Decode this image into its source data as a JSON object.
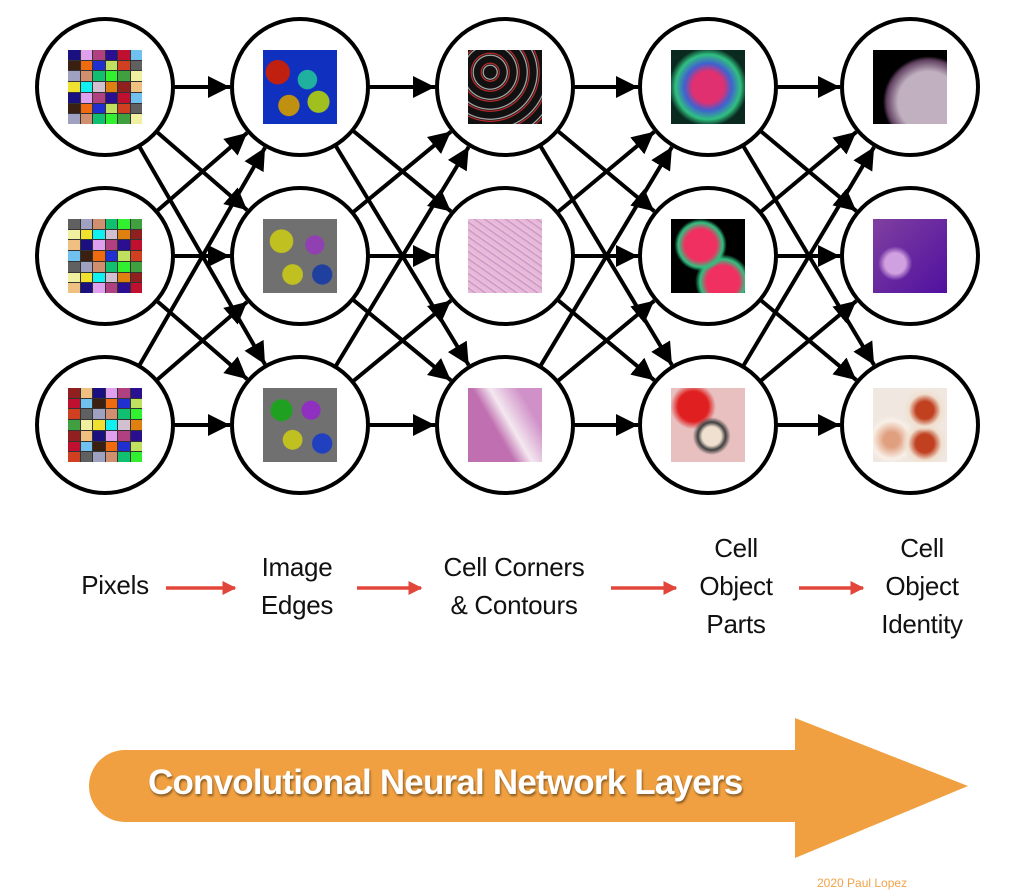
{
  "layers": [
    {
      "label_lines": [
        "Pixels"
      ],
      "thumbs": [
        "pixel-grid",
        "pixel-grid",
        "pixel-grid"
      ]
    },
    {
      "label_lines": [
        "Image",
        "Edges"
      ],
      "thumbs": [
        "voronoi-colored",
        "voronoi-yellow-gray",
        "voronoi-gray-green"
      ]
    },
    {
      "label_lines": [
        "Cell Corners",
        "& Contours"
      ],
      "thumbs": [
        "cell-contours",
        "tissue-pink",
        "tissue-pink-white"
      ]
    },
    {
      "label_lines": [
        "Cell",
        "Object",
        "Parts"
      ],
      "thumbs": [
        "cell-fluorescent",
        "cells-fluorescent",
        "tissue-red"
      ]
    },
    {
      "label_lines": [
        "Cell",
        "Object",
        "Identity"
      ],
      "thumbs": [
        "cell-sem",
        "cell-purple",
        "cells-mitosis"
      ]
    }
  ],
  "banner": {
    "text": "Convolutional Neural Network Layers",
    "color": "#f0a040"
  },
  "credit": "2020 Paul Lopez",
  "colors": {
    "flow_arrow": "#e2463a",
    "network": "#000000"
  }
}
